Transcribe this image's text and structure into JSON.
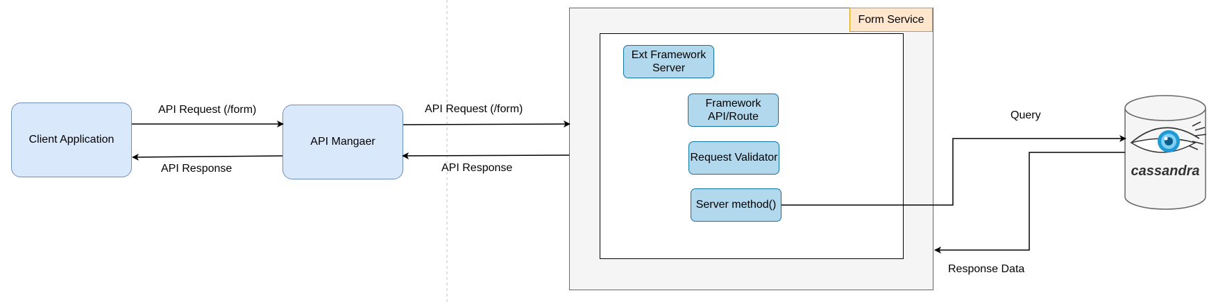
{
  "nodes": {
    "client": "Client Application",
    "manager": "API Mangaer",
    "form_service": "Form Service",
    "ext_framework": "Ext Framework Server",
    "framework_api": "Framework API/Route",
    "validator": "Request Validator",
    "server_method": "Server method()"
  },
  "edges": {
    "request_1": "API Request (/form)",
    "response_1": "API Response",
    "request_2": "API Request (/form)",
    "response_2": "API Response",
    "query": "Query",
    "response_data": "Response Data"
  },
  "database": {
    "name": "cassandra"
  },
  "colors": {
    "node_fill": "#dae8fc",
    "node_stroke": "#6c8ebf",
    "component_fill": "#b1d8ec",
    "component_stroke": "#10739e",
    "tag_fill": "#ffe6cc",
    "tag_stroke": "#d79b00",
    "container_fill": "#f5f5f5"
  }
}
